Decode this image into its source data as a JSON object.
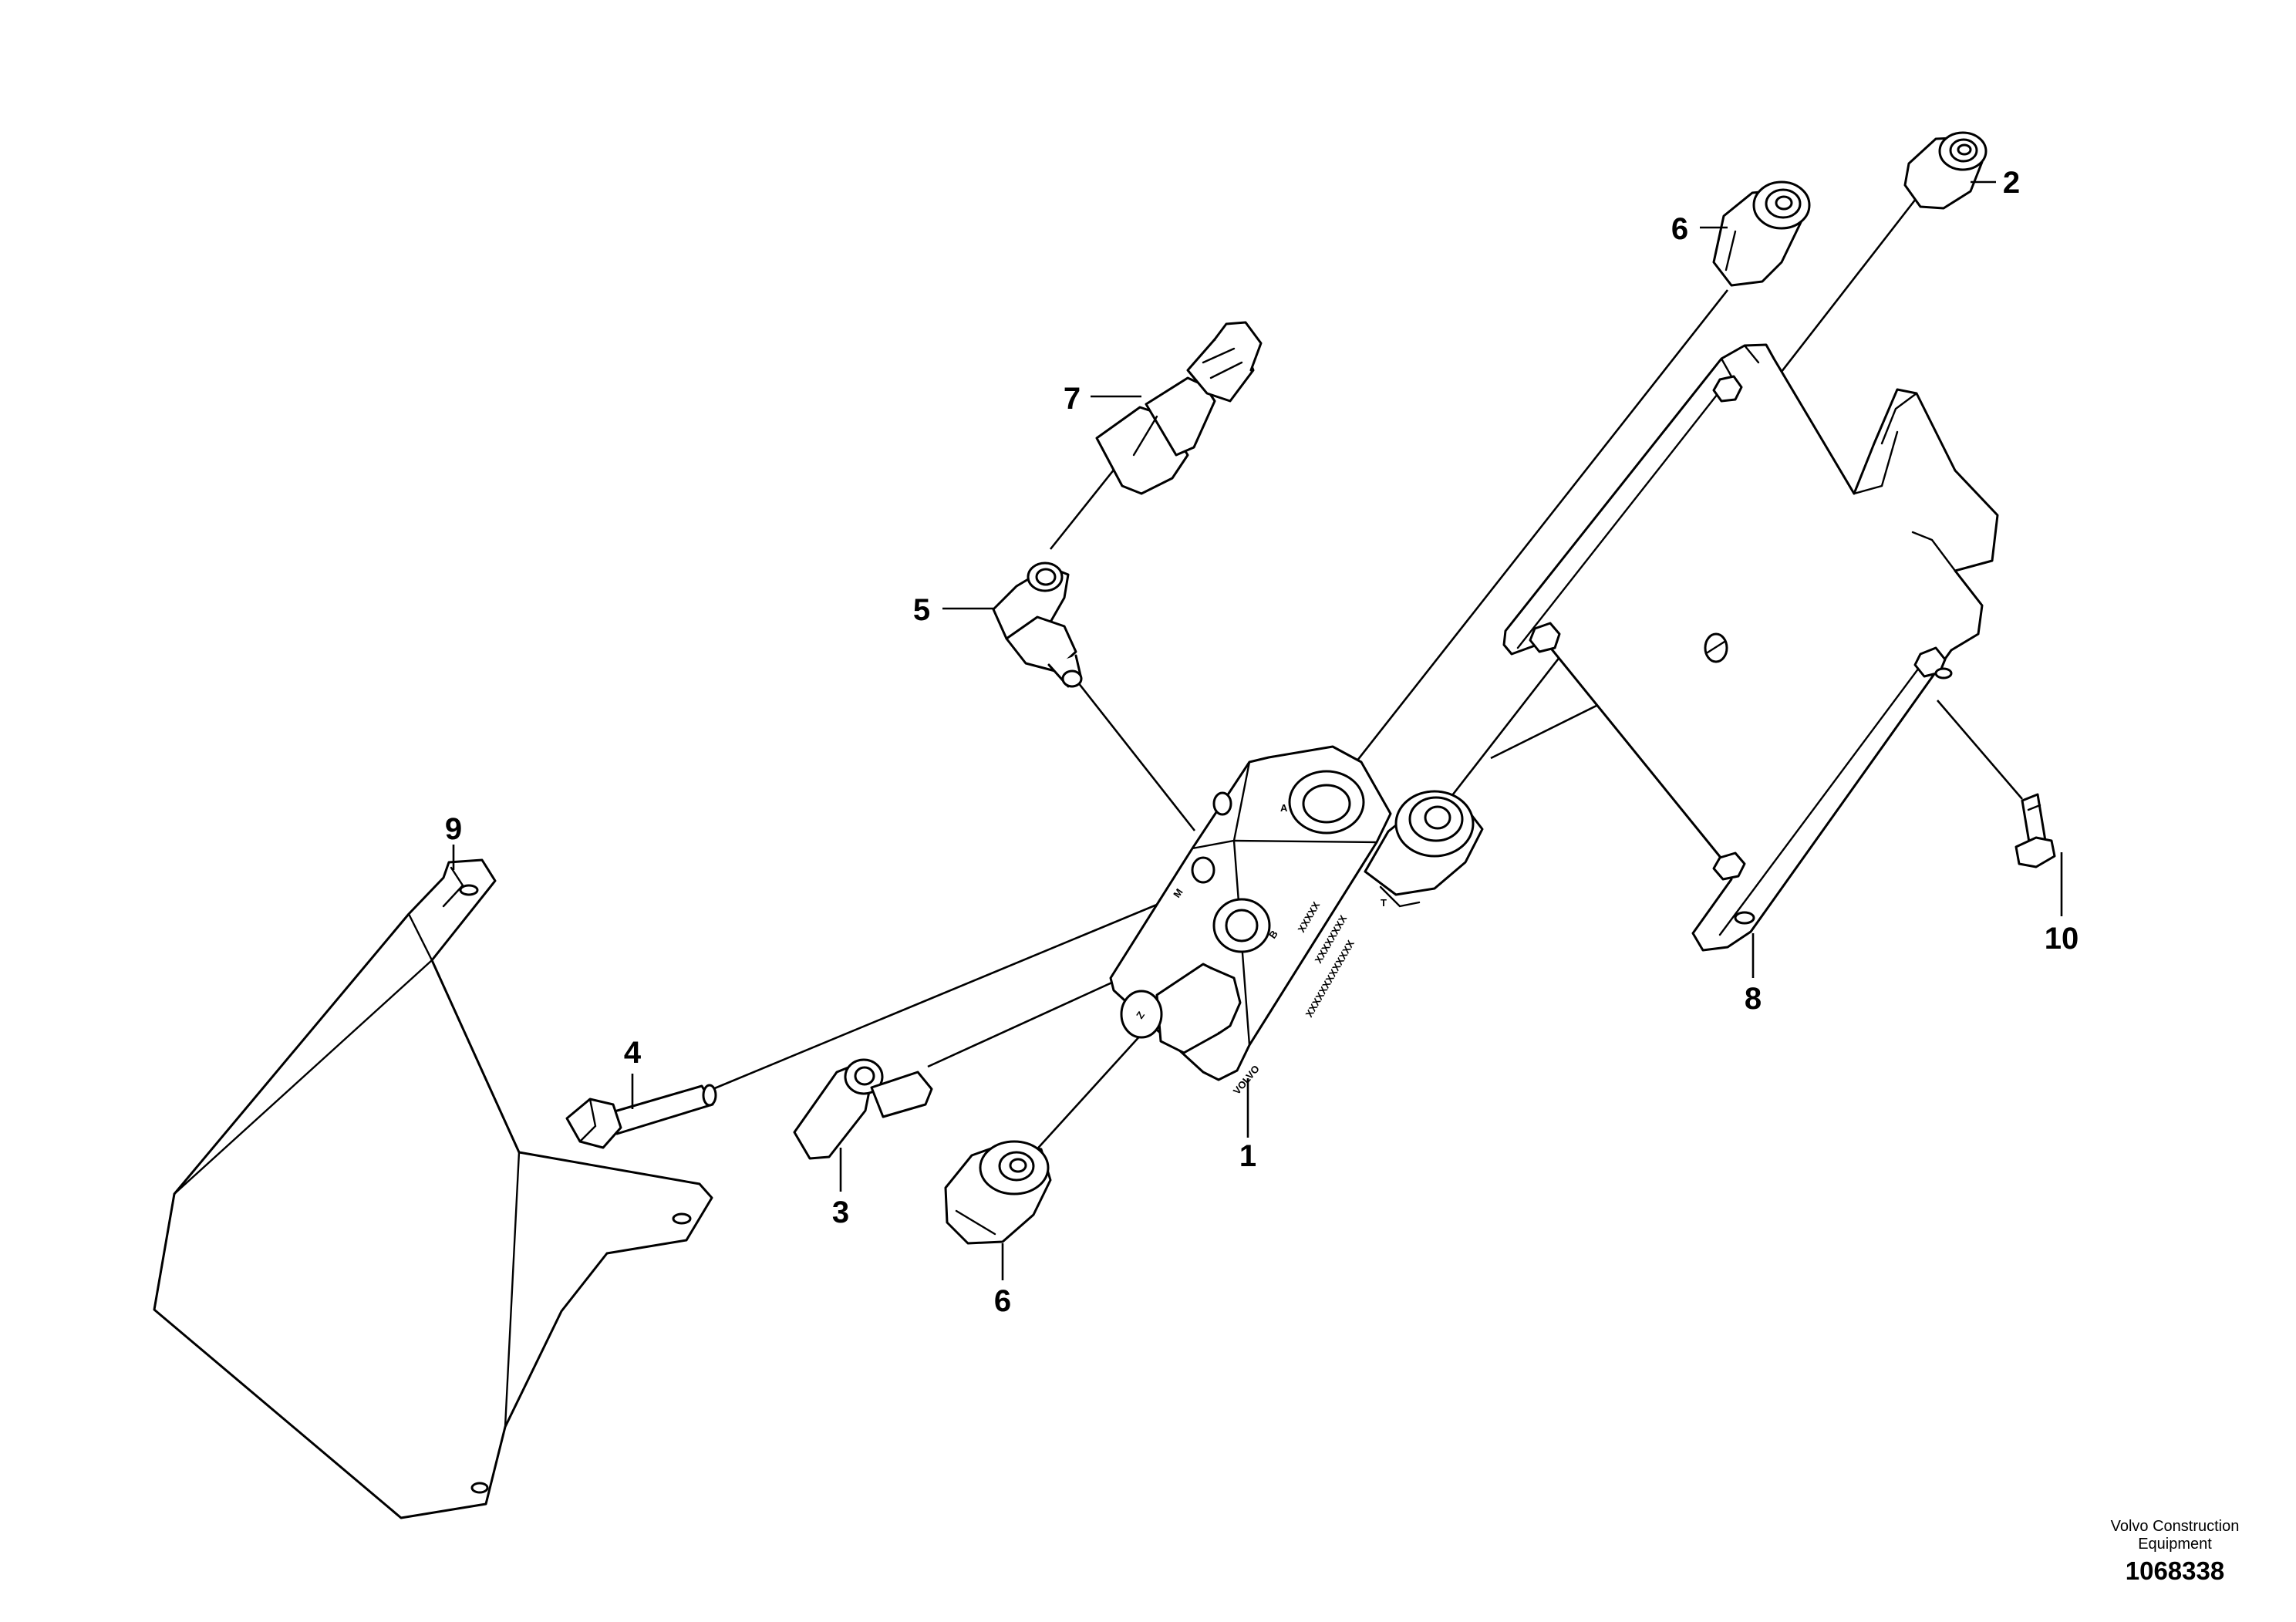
{
  "callouts": [
    {
      "id": "1",
      "label": "1"
    },
    {
      "id": "2",
      "label": "2"
    },
    {
      "id": "3",
      "label": "3"
    },
    {
      "id": "4",
      "label": "4"
    },
    {
      "id": "5",
      "label": "5"
    },
    {
      "id": "6a",
      "label": "6"
    },
    {
      "id": "6b",
      "label": "6"
    },
    {
      "id": "7",
      "label": "7"
    },
    {
      "id": "8",
      "label": "8"
    },
    {
      "id": "9",
      "label": "9"
    },
    {
      "id": "10",
      "label": "10"
    }
  ],
  "block_markings": {
    "port_a": "A",
    "port_b": "B",
    "port_t": "T",
    "port_m": "M",
    "badge": "Z",
    "text_1": "XXXXX",
    "text_2": "XXXXXXXX",
    "text_3": "XXXXXXXXXXXXX",
    "logo": "VOLVO"
  },
  "footer": {
    "brand_line_1": "Volvo Construction",
    "brand_line_2": "Equipment",
    "document_number": "1068338"
  }
}
